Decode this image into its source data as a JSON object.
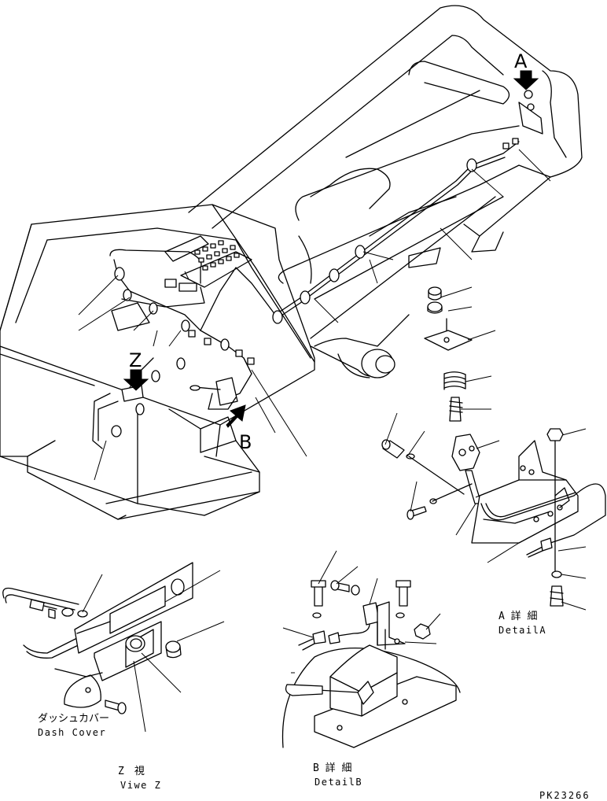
{
  "diagram": {
    "callouts": {
      "a": "A",
      "b": "B",
      "z": "Z"
    },
    "labels": {
      "dash_cover_jp": "ダッシュカバー",
      "dash_cover_en": "Dash Cover",
      "view_z_jp": "Z　視",
      "view_z_en": "Viwe Z",
      "detail_b_jp": "B 詳 細",
      "detail_b_en": "DetailB",
      "detail_a_jp": "A 詳 細",
      "detail_a_en": "DetailA",
      "drawing_no": "PK23266"
    }
  }
}
